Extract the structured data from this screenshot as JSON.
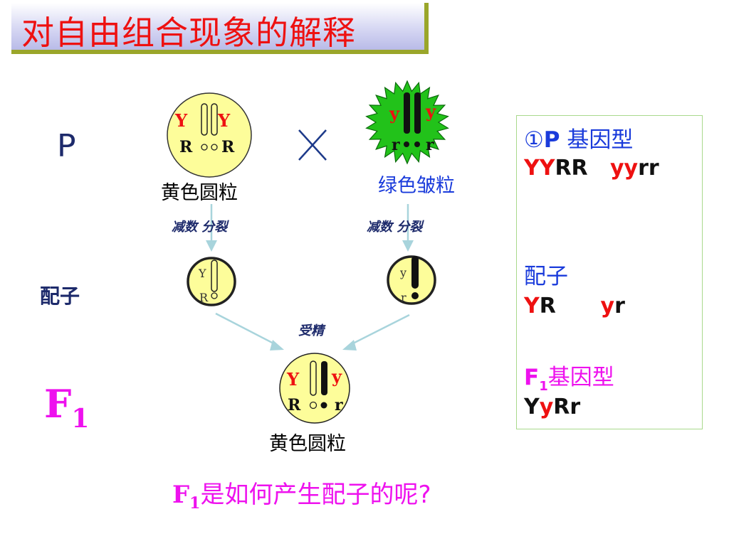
{
  "title": "对自由组合现象的解释",
  "labels": {
    "p": "P",
    "gamete": "配子",
    "f1_main": "F",
    "f1_sub": "1"
  },
  "cross_symbol": "×",
  "parent_yellow": {
    "name": "黄色圆粒",
    "top_left": "Y",
    "top_right": "Y",
    "bottom_left": "R",
    "bottom_right": "R"
  },
  "parent_green": {
    "name": "绿色皱粒",
    "top_left": "y",
    "top_right": "y",
    "bottom_left": "r",
    "bottom_right": "r"
  },
  "meiosis_left": "减数 分裂",
  "meiosis_right": "减数 分裂",
  "gamete_yellow": {
    "top": "Y",
    "bottom": "R"
  },
  "gamete_green": {
    "top": "y",
    "bottom": "r"
  },
  "fertilization": "受精",
  "f1_cell": {
    "top_left": "Y",
    "top_right": "y",
    "bottom_left": "R",
    "bottom_right": "r",
    "name": "黄色圆粒"
  },
  "question": {
    "pre": "F",
    "sub": "1",
    "text": "是如何产生配子的呢?"
  },
  "info": {
    "genotype_heading_num": "①",
    "genotype_heading_p": "P",
    "genotype_heading_text": "基因型",
    "parent_genotype_1a": "YY",
    "parent_genotype_1b": "RR",
    "parent_genotype_2a": "yy",
    "parent_genotype_2b": "rr",
    "gamete_heading": "配子",
    "gamete_1a": "Y",
    "gamete_1b": "R",
    "gamete_2a": "y",
    "gamete_2b": "r",
    "f1_heading_f": "F",
    "f1_heading_sub": "1",
    "f1_heading_text": "基因型",
    "f1_genotype_a": "Y",
    "f1_genotype_b": "y",
    "f1_genotype_c": "Rr"
  },
  "colors": {
    "title_red": "#ee1111",
    "border_olive": "#9aa62a",
    "yellow_fill": "#fdfd9a",
    "green_fill": "#22c21a",
    "arrow": "#a8d4dc",
    "magenta": "#ee11ee",
    "blue": "#1a3bdb"
  }
}
